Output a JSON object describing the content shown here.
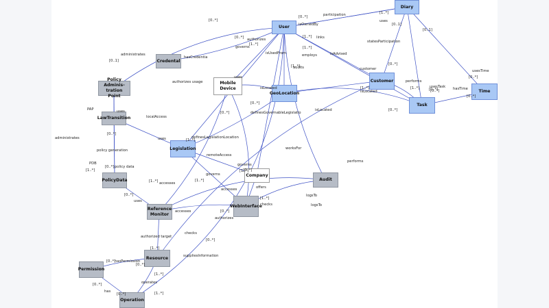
{
  "nodes": [
    {
      "id": "Diary",
      "label": "Diary",
      "style": "blue"
    },
    {
      "id": "User",
      "label": "User",
      "style": "blue"
    },
    {
      "id": "Credential",
      "label": "Credental",
      "style": "gray"
    },
    {
      "id": "PAP",
      "label": "Policy Adminis-\ntration Point",
      "style": "gray"
    },
    {
      "id": "LawTransition",
      "label": "LawTransition",
      "style": "gray"
    },
    {
      "id": "MobileDevice",
      "label": "Mobile Device",
      "style": "white"
    },
    {
      "id": "GeoLocation",
      "label": "GeoLocation",
      "style": "blue"
    },
    {
      "id": "Customer",
      "label": "Customer",
      "style": "blue"
    },
    {
      "id": "Task",
      "label": "Task",
      "style": "blue"
    },
    {
      "id": "Time",
      "label": "Time",
      "style": "blue"
    },
    {
      "id": "Legislation",
      "label": "Legislation",
      "style": "blue"
    },
    {
      "id": "Company",
      "label": "Company",
      "style": "white"
    },
    {
      "id": "Audit",
      "label": "Audit",
      "style": "gray"
    },
    {
      "id": "PolicyData",
      "label": "PolicyData",
      "style": "gray"
    },
    {
      "id": "WebInterface",
      "label": "WebInterface",
      "style": "gray"
    },
    {
      "id": "ReferenceMonitor",
      "label": "Reference\nMonitor",
      "style": "gray"
    },
    {
      "id": "Resource",
      "label": "Resource",
      "style": "gray"
    },
    {
      "id": "Permission",
      "label": "Permission",
      "style": "gray"
    },
    {
      "id": "Operation",
      "label": "Operation",
      "style": "gray"
    }
  ],
  "edges": [
    {
      "from": "User",
      "to": "Diary",
      "arrow": "end",
      "labels": [
        "participation",
        "[0..*]",
        "[1..*]"
      ]
    },
    {
      "from": "Diary",
      "to": "User",
      "arrow": "none",
      "labels": [
        "uses",
        "isOwnedBy"
      ]
    },
    {
      "from": "Diary",
      "to": "Customer",
      "arrow": "end",
      "labels": [
        "statesParticipation",
        "[0..1]",
        "[0..*]"
      ]
    },
    {
      "from": "Diary",
      "to": "Task",
      "arrow": "start",
      "labels": [
        "performs",
        "[1..*]"
      ]
    },
    {
      "from": "Diary",
      "to": "Time",
      "arrow": "both",
      "labels": [
        "usesTime",
        "[0..1]",
        "[0..*]"
      ]
    },
    {
      "from": "User",
      "to": "Customer",
      "arrow": "end",
      "labels": [
        "links",
        "[1..*]",
        "isAdvised",
        "customer"
      ]
    },
    {
      "from": "User",
      "to": "GeoLocation",
      "arrow": "end",
      "labels": [
        "employs",
        "[1..*]",
        "[1..*]"
      ]
    },
    {
      "from": "User",
      "to": "MobileDevice",
      "arrow": "none",
      "labels": [
        "isUsedFrom",
        "uses"
      ]
    },
    {
      "from": "User",
      "to": "Credential",
      "arrow": "none",
      "labels": [
        "hasCredentia",
        "[1..*]"
      ]
    },
    {
      "from": "User",
      "to": "PAP",
      "arrow": "end",
      "labels": [
        "administrates",
        "authorizes",
        "governs",
        "[0..1]",
        "[0..*]"
      ]
    },
    {
      "from": "User",
      "to": "Task",
      "arrow": "end",
      "labels": [
        "[0..*]"
      ]
    },
    {
      "from": "User",
      "to": "Legislation",
      "arrow": "end",
      "labels": [
        "authorizes usage"
      ]
    },
    {
      "from": "User",
      "to": "Company",
      "arrow": "end",
      "labels": [
        "worksFor"
      ]
    },
    {
      "from": "User",
      "to": "Audit",
      "arrow": "none",
      "labels": [
        "audits",
        "performs"
      ]
    },
    {
      "from": "User",
      "to": "Operation",
      "arrow": "none",
      "labels": [
        "administrates",
        "[0..*]"
      ]
    },
    {
      "from": "Task",
      "to": "Time",
      "arrow": "end",
      "labels": [
        "hasTime",
        "[0..*]"
      ]
    },
    {
      "from": "Task",
      "to": "Customer",
      "arrow": "end",
      "labels": [
        "usesTask",
        "[0..*]"
      ]
    },
    {
      "from": "Task",
      "to": "GeoLocation",
      "arrow": "end",
      "labels": [
        "isLocated",
        "[0..*]"
      ]
    },
    {
      "from": "GeoLocation",
      "to": "Customer",
      "arrow": "both",
      "labels": [
        "[1..*]",
        "isLocated"
      ]
    },
    {
      "from": "GeoLocation",
      "to": "MobileDevice",
      "arrow": "end",
      "labels": [
        "isLocated",
        "[0..*]"
      ]
    },
    {
      "from": "GeoLocation",
      "to": "Legislation",
      "arrow": "end",
      "labels": [
        "definesGovernableLegislatio",
        "definesLegislationLocation",
        "[1..*]"
      ]
    },
    {
      "from": "Legislation",
      "to": "LawTransition",
      "arrow": "end",
      "labels": [
        "uses",
        "[0..*]"
      ]
    },
    {
      "from": "Legislation",
      "to": "Company",
      "arrow": "end",
      "labels": [
        "governs",
        "[1..*]"
      ]
    },
    {
      "from": "Legislation",
      "to": "WebInterface",
      "arrow": "both",
      "labels": [
        "governs",
        "[1..*]"
      ]
    },
    {
      "from": "MobileDevice",
      "to": "WebInterface",
      "arrow": "end",
      "labels": [
        "remoteAccess",
        "[0..*]",
        "accesses"
      ]
    },
    {
      "from": "MobileDevice",
      "to": "ReferenceMonitor",
      "arrow": "end",
      "labels": [
        "localAccess",
        "accesses",
        "[1..*]"
      ]
    },
    {
      "from": "PAP",
      "to": "LawTransition",
      "arrow": "both",
      "labels": [
        "uses"
      ]
    },
    {
      "from": "PAP",
      "to": "PolicyData",
      "arrow": "end",
      "labels": [
        "PAP",
        "PDB",
        "[1..*]"
      ]
    },
    {
      "from": "LawTransition",
      "to": "PolicyData",
      "arrow": "none",
      "labels": [
        "policy generation",
        "policy data",
        "[0..*]"
      ]
    },
    {
      "from": "PolicyData",
      "to": "ReferenceMonitor",
      "arrow": "none",
      "labels": [
        "uses",
        "[0..*]"
      ]
    },
    {
      "from": "ReferenceMonitor",
      "to": "WebInterface",
      "arrow": "end",
      "labels": [
        "authorizes",
        "accesses",
        "[0..*]"
      ]
    },
    {
      "from": "ReferenceMonitor",
      "to": "Resource",
      "arrow": "end",
      "labels": [
        "authorized target",
        "[1..*]"
      ]
    },
    {
      "from": "ReferenceMonitor",
      "to": "Audit",
      "arrow": "none",
      "labels": [
        "checks",
        "logsTo"
      ]
    },
    {
      "from": "WebInterface",
      "to": "Audit",
      "arrow": "end",
      "labels": [
        "logsTo",
        "checks",
        "[1..*]"
      ]
    },
    {
      "from": "Company",
      "to": "WebInterface",
      "arrow": "end",
      "labels": [
        "offers",
        "[0..*]"
      ]
    },
    {
      "from": "Resource",
      "to": "Customer",
      "arrow": "both",
      "labels": [
        "suppliesInformation",
        "[0..*]"
      ]
    },
    {
      "from": "Permission",
      "to": "Resource",
      "arrow": "end",
      "labels": [
        "hasPermission",
        "[0..*]",
        "[0..*]"
      ]
    },
    {
      "from": "Permission",
      "to": "Operation",
      "arrow": "end",
      "labels": [
        "has",
        "[0..*]",
        "[0..*]"
      ]
    },
    {
      "from": "Resource",
      "to": "Operation",
      "arrow": "start",
      "labels": [
        "operates",
        "[1..*]",
        "[1..*]"
      ]
    }
  ]
}
